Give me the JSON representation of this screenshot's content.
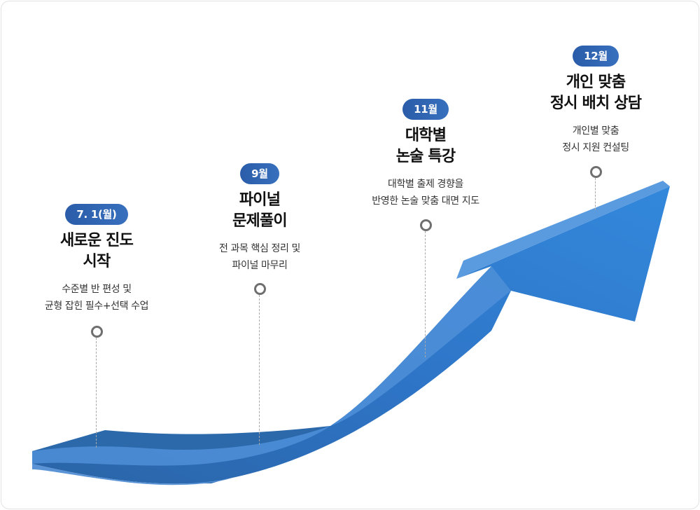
{
  "milestones": [
    {
      "badge": "7. 1(월)",
      "title": [
        "새로운 진도",
        "시작"
      ],
      "desc": [
        "수준별 반 편성 및",
        "균형 잡힌 필수+선택 수업"
      ]
    },
    {
      "badge": "9월",
      "title": [
        "파이널",
        "문제풀이"
      ],
      "desc": [
        "전 과목 핵심 정리 및",
        "파이널 마무리"
      ]
    },
    {
      "badge": "11월",
      "title": [
        "대학별",
        "논술 특강"
      ],
      "desc": [
        "대학별 출제 경향을",
        "반영한 논술 맞춤 대면 지도"
      ]
    },
    {
      "badge": "12월",
      "title": [
        "개인 맞춤",
        "정시 배치 상담"
      ],
      "desc": [
        "개인별 맞춤",
        "정시 지원 컨설팅"
      ]
    }
  ],
  "colors": {
    "arrow_top": "#4a88d6",
    "arrow_front": "#2f7fd9",
    "arrow_tail_dark": "#2a67a8",
    "badge": "#2f63ad",
    "pin": "#6f6f6f"
  }
}
